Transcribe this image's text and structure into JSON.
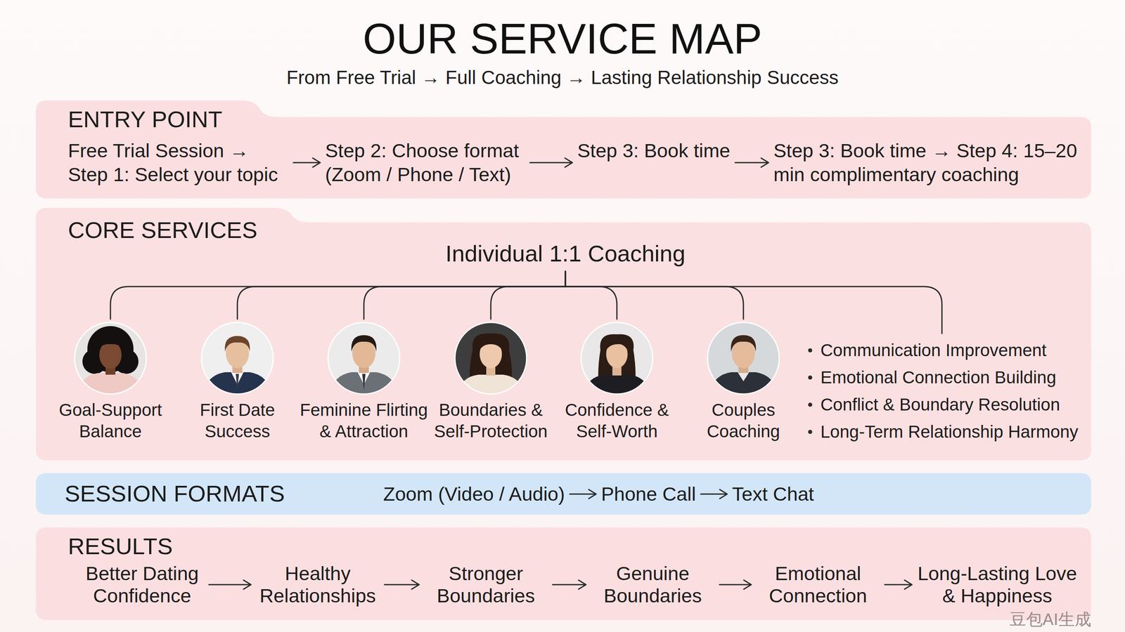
{
  "diagram": {
    "title": "OUR SERVICE MAP",
    "nodes": [
      {
        "text": [
          "ENTRY POINT"
        ]
      },
      {
        "text": [
          "Free Trial Session → Step 1: Select your topic"
        ],
        "in": 0
      },
      {
        "text": [
          "Step 2: Choose format (Zoom / Phone / Text)"
        ],
        "in": 0
      },
      {
        "text": [
          "Step 3: Book time"
        ],
        "in": 0
      },
      {
        "text": [
          "Step 3: Book time → Step 4: 15–20 min complimentary coaching"
        ],
        "in": 0
      },
      {
        "text": [
          "CORE SERVICES"
        ]
      },
      {
        "text": [
          "Individual 1:1 Coaching"
        ],
        "in": 5
      },
      {
        "text": [
          "Goal-Support Balance"
        ],
        "in": 5
      },
      {
        "text": [
          "First Date Success"
        ],
        "in": 5
      },
      {
        "text": [
          "Feminine Flirting & Attraction"
        ],
        "in": 5
      },
      {
        "text": [
          "Boundaries & Self-Protection"
        ],
        "in": 5
      },
      {
        "text": [
          "Confidence & Self-Worth"
        ],
        "in": 5
      },
      {
        "text": [
          "Couples Coaching"
        ],
        "in": 5
      },
      {
        "text": [
          "Communication Improvement",
          "Emotional Connection Building",
          "Conflict & Boundary Resolution",
          "Long-Term Relationship Harmony"
        ],
        "in": 5
      },
      {
        "text": [
          "SESSION FORMATS"
        ]
      },
      {
        "text": [
          "Zoom (Video / Audio)"
        ],
        "in": 14
      },
      {
        "text": [
          "Phone Call"
        ],
        "in": 14
      },
      {
        "text": [
          "Text Chat"
        ],
        "in": 14
      },
      {
        "text": [
          "RESULTS"
        ]
      },
      {
        "text": [
          "Better Dating Confidence"
        ],
        "in": 18
      },
      {
        "text": [
          "Healthy Relationships"
        ],
        "in": 18
      },
      {
        "text": [
          "Stronger Boundaries"
        ],
        "in": 18
      },
      {
        "text": [
          "Genuine Boundaries"
        ],
        "in": 18
      },
      {
        "text": [
          "Emotional Connection"
        ],
        "in": 18
      },
      {
        "text": [
          "Long-Lasting Love & Happiness"
        ],
        "in": 18
      }
    ],
    "edges": [
      {
        "from": 1,
        "to": 2,
        "arrow": "to"
      },
      {
        "from": 2,
        "to": 3,
        "arrow": "to"
      },
      {
        "from": 3,
        "to": 4,
        "arrow": "to"
      },
      {
        "from": 6,
        "to": 7,
        "arrow": "none"
      },
      {
        "from": 6,
        "to": 8,
        "arrow": "none"
      },
      {
        "from": 6,
        "to": 9,
        "arrow": "none"
      },
      {
        "from": 6,
        "to": 10,
        "arrow": "none"
      },
      {
        "from": 6,
        "to": 11,
        "arrow": "none"
      },
      {
        "from": 6,
        "to": 12,
        "arrow": "none"
      },
      {
        "from": 6,
        "to": 13,
        "arrow": "none"
      },
      {
        "from": 15,
        "to": 16,
        "arrow": "to"
      },
      {
        "from": 16,
        "to": 17,
        "arrow": "to"
      },
      {
        "from": 19,
        "to": 20,
        "arrow": "to"
      },
      {
        "from": 20,
        "to": 21,
        "arrow": "to"
      },
      {
        "from": 21,
        "to": 22,
        "arrow": "to"
      },
      {
        "from": 22,
        "to": 23,
        "arrow": "to"
      },
      {
        "from": 23,
        "to": 24,
        "arrow": "to"
      }
    ],
    "labels": [
      "From Free Trial → Full Coaching → Lasting Relationship Success",
      "豆包AI生成"
    ]
  }
}
